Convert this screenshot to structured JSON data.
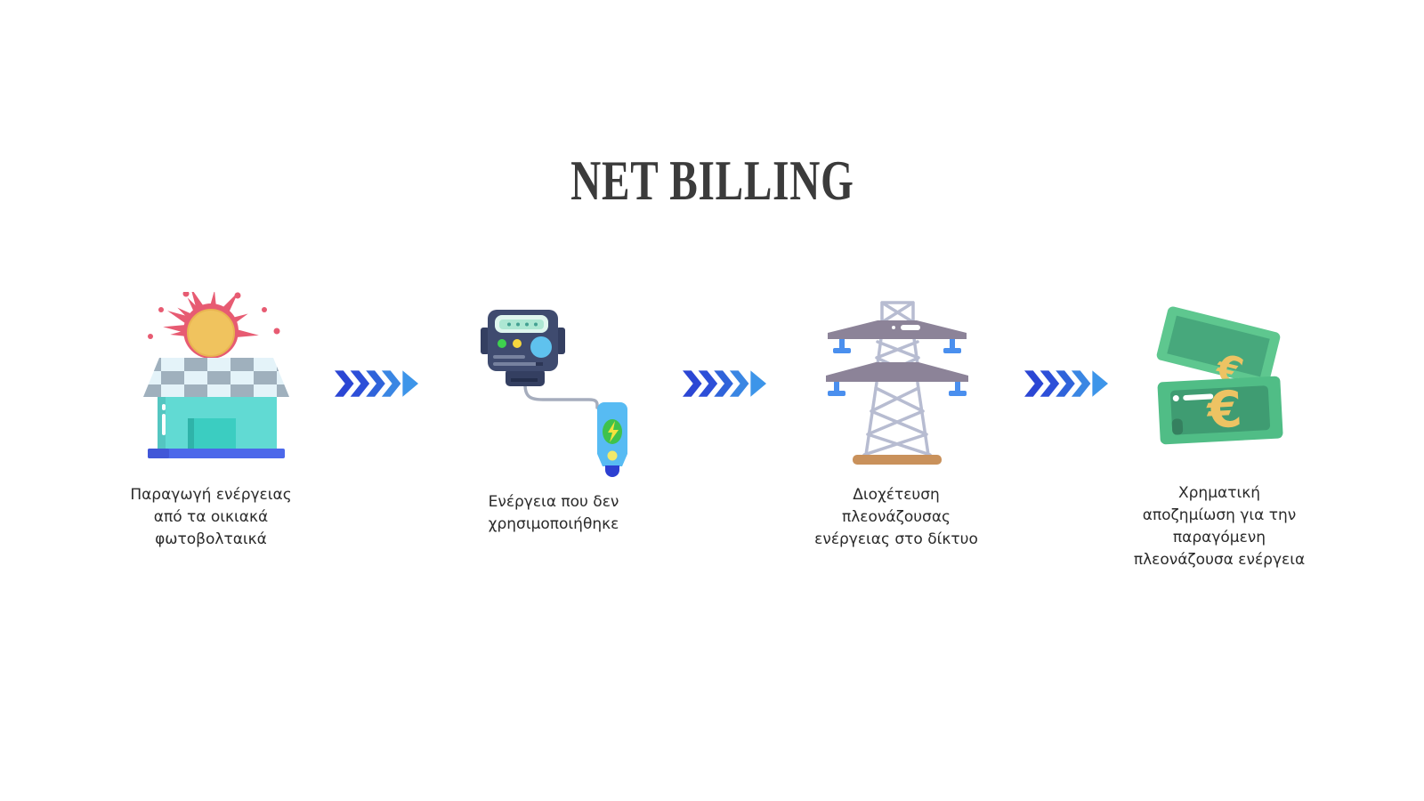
{
  "title": "NET BILLING",
  "palette": {
    "background": "#ffffff",
    "title_color": "#3b3b3b",
    "caption_color": "#2a2a2a",
    "arrow_colors": [
      "#2b46d4",
      "#2d4fd8",
      "#2f63da",
      "#3a86e3",
      "#3d95e9"
    ],
    "house_teal": "#61dad3",
    "house_base_blue": "#4c68ea",
    "sun_pink": "#e75b72",
    "sun_yellow": "#f0c35e",
    "roof_gray": "#9fb0bd",
    "meter_navy": "#3f4b6f",
    "meter_display_mint": "#ddf6ee",
    "charger_blue": "#57bbf3",
    "bolt_green": "#3fc24c",
    "led_green": "#3ed24e",
    "led_yellow": "#f6d73e",
    "tower_lattice_gray": "#b7bcd1",
    "crossarm_purple": "#8c8398",
    "insulator_blue": "#4a8fee",
    "tower_base_tan": "#c9915b",
    "banknote_green": "#50bd86",
    "banknote_dark_green": "#3f9c72",
    "euro_gold": "#edc363"
  },
  "icons": {
    "euro_symbol": "€"
  },
  "steps": [
    {
      "icon": "solar-house-icon",
      "label": "Παραγωγή ενέργειας\nαπό τα οικιακά\nφωτοβολταικά"
    },
    {
      "icon": "electric-meter-icon",
      "label": "Ενέργεια που δεν\nχρησιμοποιήθηκε"
    },
    {
      "icon": "transmission-tower-icon",
      "label": "Διοχέτευση\nπλεονάζουσας\nενέργειας στο δίκτυο"
    },
    {
      "icon": "euro-banknotes-icon",
      "label": "Χρηματική\nαποζημίωση για την\nπαραγόμενη\nπλεονάζουσα ενέργεια"
    }
  ],
  "arrows": [
    {
      "icon": "chevron-arrow-icon"
    },
    {
      "icon": "chevron-arrow-icon"
    },
    {
      "icon": "chevron-arrow-icon"
    }
  ]
}
